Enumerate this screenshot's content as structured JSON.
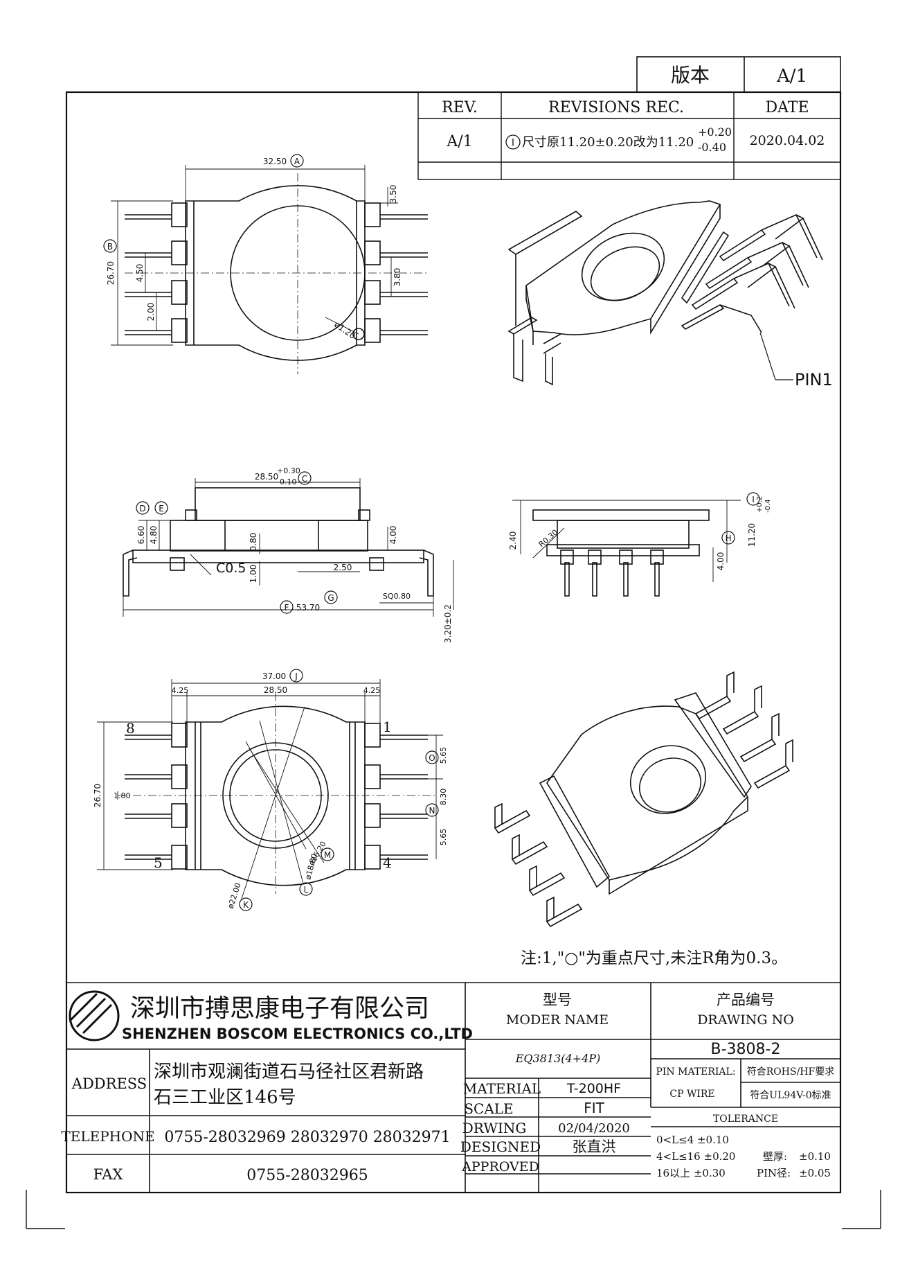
{
  "version_box": {
    "label": "版本",
    "value": "A/1"
  },
  "revisions": {
    "headers": {
      "rev": "REV.",
      "rec": "REVISIONS REC.",
      "date": "DATE"
    },
    "rows": [
      {
        "rev": "A/1",
        "mark": "I",
        "text": "尺寸原11.20±0.20改为11.20",
        "tol_plus": "+0.20",
        "tol_minus": "-0.40",
        "date": "2020.04.02"
      }
    ]
  },
  "top_view": {
    "width": "32.50",
    "width_mark": "A",
    "height": "26.70",
    "height_mark": "B",
    "pin_pitch_left": "4.50",
    "pin_offset_left": "2.00",
    "tab_right": "3.50",
    "pitch_right": "3.80",
    "hole": "ø1.20"
  },
  "iso_label": "PIN1",
  "side_view": {
    "top_width": "28.50",
    "top_tol_plus": "+0.30",
    "top_tol_minus": "-0.10",
    "top_mark": "C",
    "mark_d": "D",
    "mark_e": "E",
    "h_total": "6.60",
    "h_body": "4.80",
    "h_mid": "0.80",
    "h_right": "4.00",
    "h_base": "1.00",
    "chamfer": "C0.5",
    "step": "2.50",
    "pin_sq": "SQ0.80",
    "overall": "53.70",
    "overall_mark": "F",
    "mark_g": "G",
    "pin_len": "3.20±0.2"
  },
  "end_view": {
    "mark_i": "I",
    "h_offset": "2.40",
    "angle": "R0.30",
    "height": "11.20",
    "tol_plus": "+0.2",
    "tol_minus": "-0.4",
    "pin_h": "4.00",
    "mark_h": "H"
  },
  "bottom_view": {
    "width": "37.00",
    "width_mark": "J",
    "side_left": "4.25",
    "middle": "28.50",
    "side_right": "4.25",
    "height": "26.70",
    "center": "1.80",
    "pin_labels": {
      "tl": "8",
      "bl": "5",
      "tr": "1",
      "br": "4"
    },
    "dim_o": "5.65",
    "mark_o": "O",
    "dim_n": "8.30",
    "mark_n": "N",
    "dim_bottom": "5.65",
    "d_outer": "ø22.00",
    "mark_k": "K",
    "d_mid": "ø18.80",
    "mark_l": "L",
    "d_inner": "ø16.20",
    "mark_m": "M"
  },
  "note": "注:1,\"○\"为重点尺寸,未注R角为0.3。",
  "company": {
    "name_cn": "深圳市搏思康电子有限公司",
    "name_en": "SHENZHEN BOSCOM ELECTRONICS CO.,LTD",
    "address_label": "ADDRESS",
    "address_line1": "深圳市观澜街道石马径社区君新路",
    "address_line2": "石三工业区146号",
    "telephone_label": "TELEPHONE",
    "telephone": "0755-28032969 28032970 28032971",
    "fax_label": "FAX",
    "fax": "0755-28032965"
  },
  "title_block": {
    "model_label_cn": "型号",
    "model_label_en": "MODER NAME",
    "drawing_label_cn": "产品编号",
    "drawing_label_en": "DRAWING NO",
    "model_value": "EQ3813(4+4P)",
    "drawing_no": "B-3808-2",
    "material_label": "MATERIAL",
    "material_value": "T-200HF",
    "scale_label": "SCALE",
    "scale_value": "FIT",
    "drawing_label": "DRWING",
    "drawing_date": "02/04/2020",
    "designed_label": "DESIGNED",
    "designer": "张直洪",
    "approved_label": "APPROVED",
    "pin_material_label": "PIN MATERIAL:",
    "pin_material_value": "CP WIRE",
    "rohs": "符合ROHS/HF要求",
    "ul": "符合UL94V-0标准",
    "tolerance_label": "TOLERANCE",
    "tol1": "0<L≤4  ±0.10",
    "tol2": "4<L≤16 ±0.20",
    "tol3": "16以上   ±0.30",
    "wall_label": "壁厚:",
    "wall_value": "±0.10",
    "pin_dia_label": "PIN径:",
    "pin_dia_value": "±0.05"
  }
}
